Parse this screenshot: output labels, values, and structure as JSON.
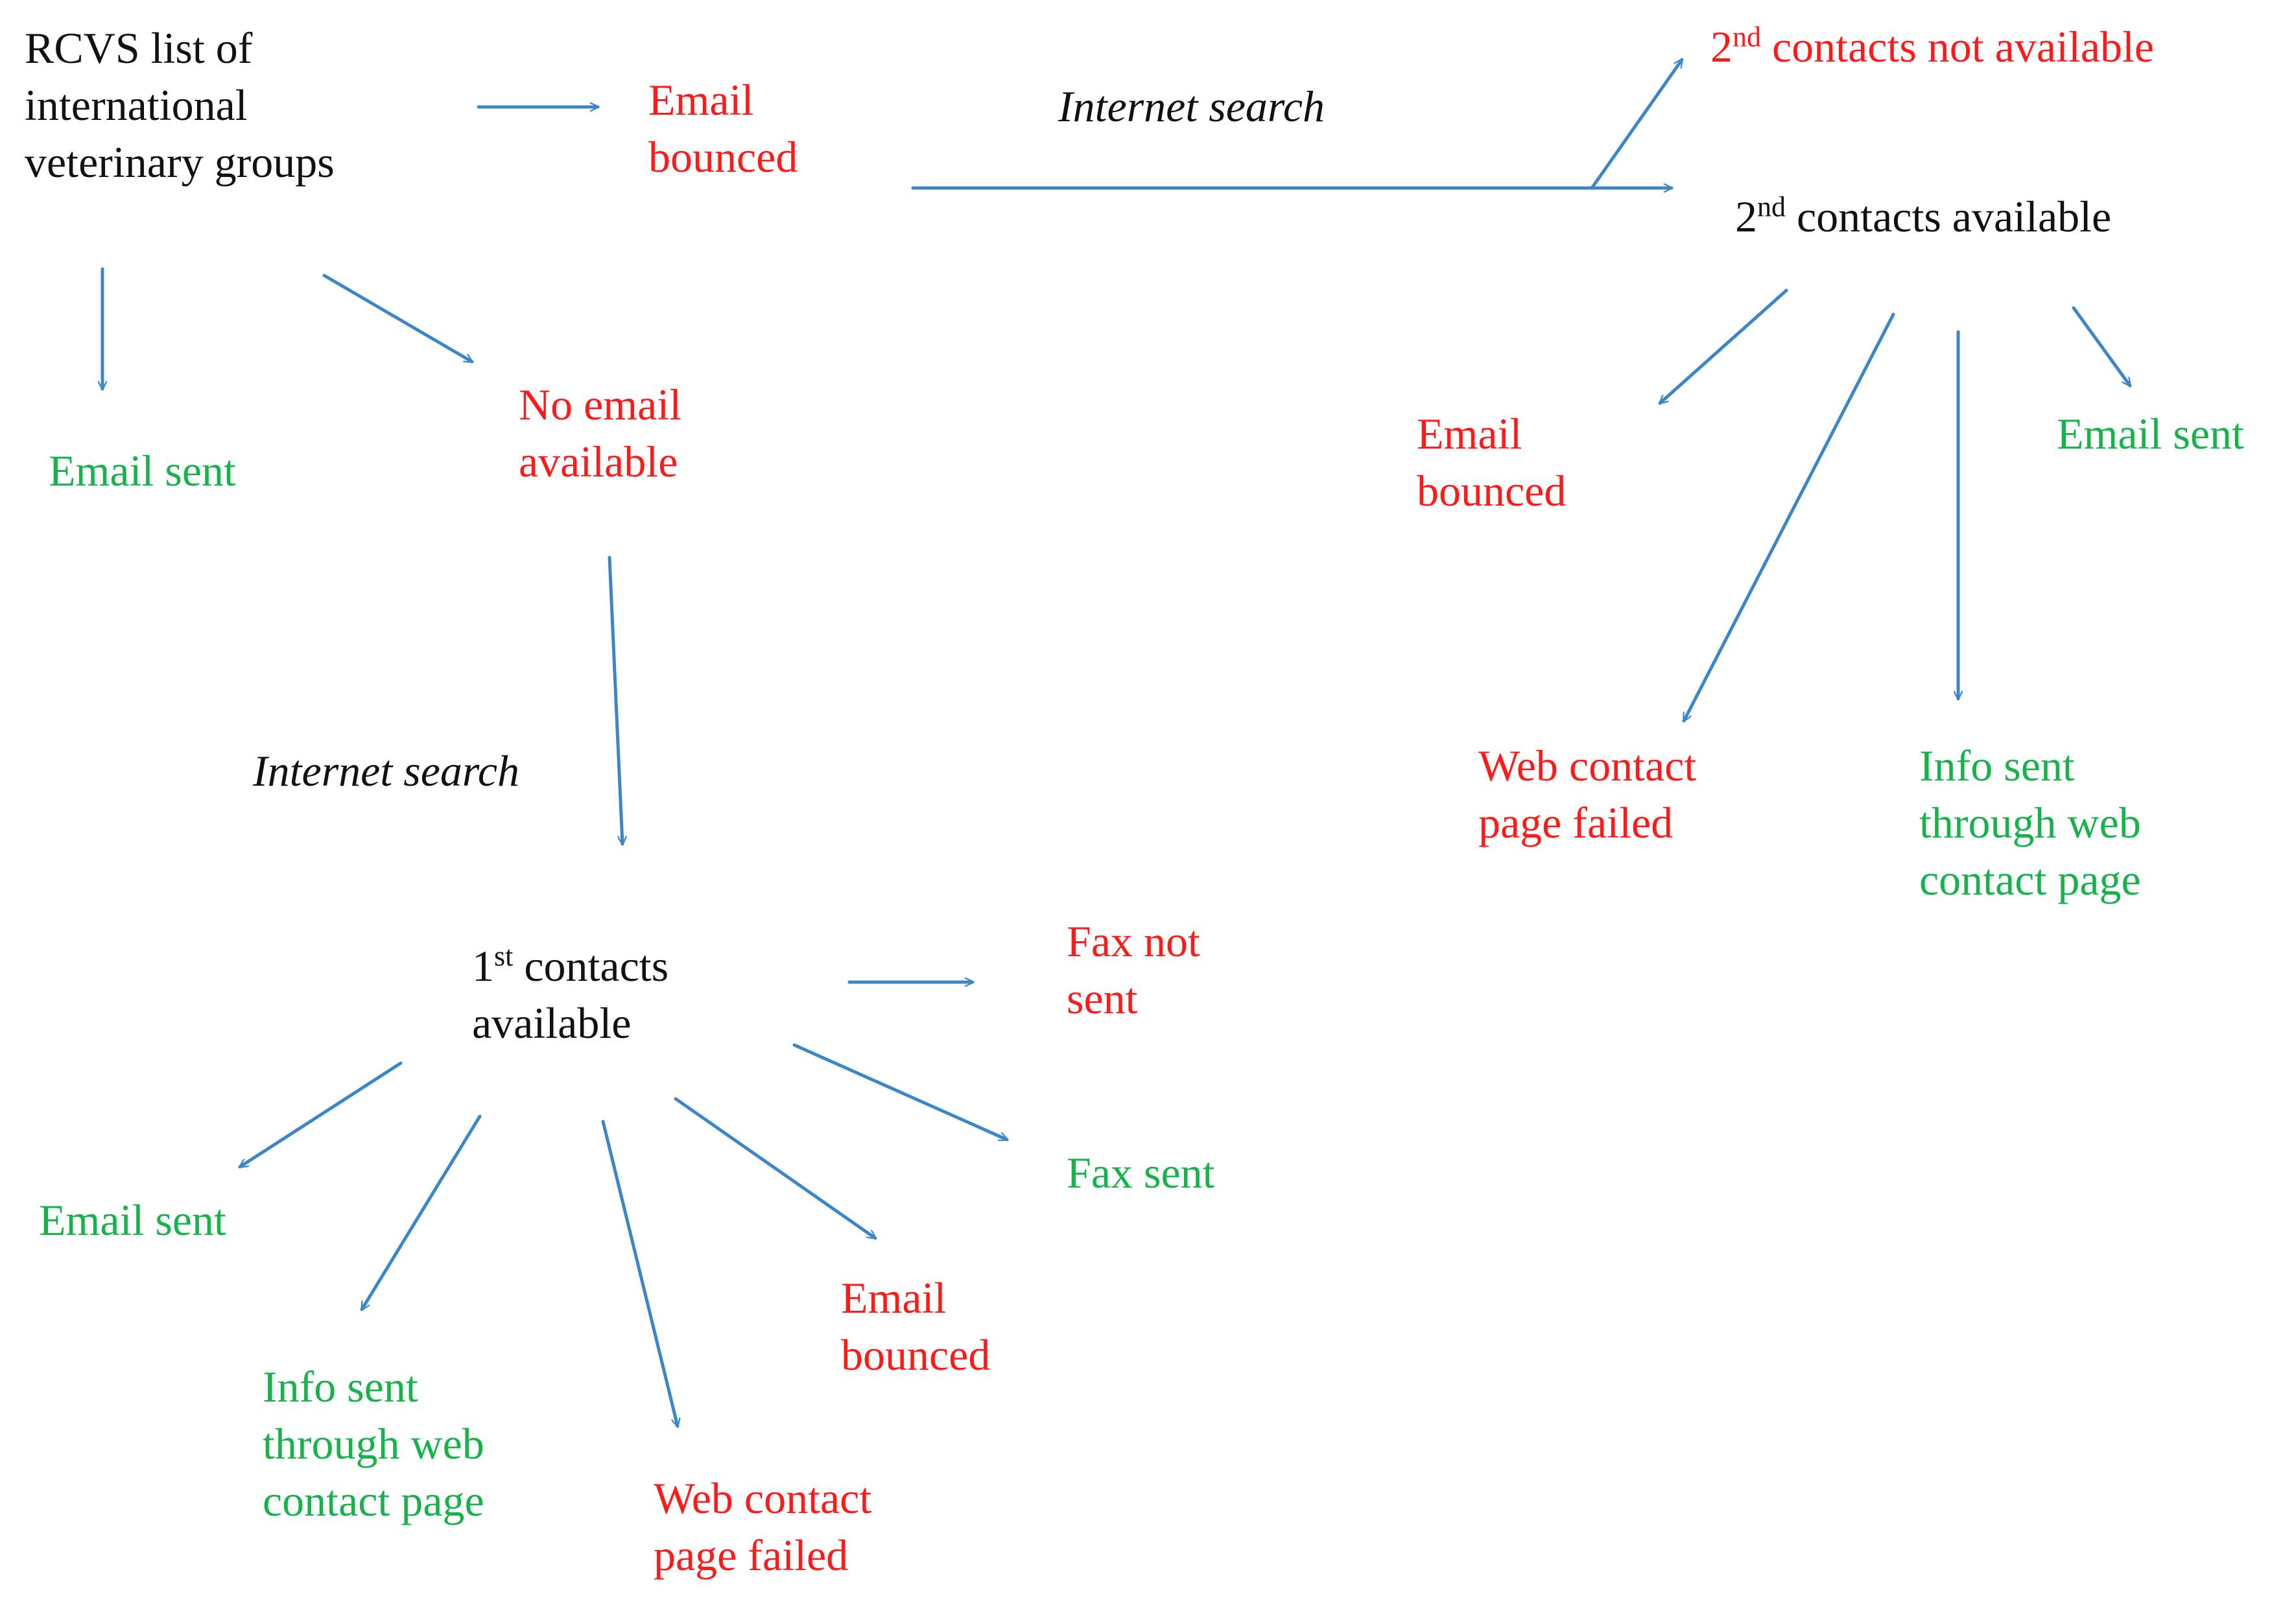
{
  "colors": {
    "arrow": "#3a86c8",
    "neutral": "#111111",
    "negative": "#ff1a1a",
    "positive": "#16b34a"
  },
  "nodes": {
    "rcvs_list": "RCVS list of\ninternational\nveterinary groups",
    "email_bounced_top": "Email\nbounced",
    "internet_search_top": "Internet search",
    "second_not_available": {
      "num": "2",
      "sup": "nd",
      "rest": " contacts not available"
    },
    "second_available": {
      "num": "2",
      "sup": "nd",
      "rest": " contacts available"
    },
    "email_sent_left": "Email sent",
    "no_email_available": "No email\navailable",
    "email_bounced_right": "Email\nbounced",
    "email_sent_right": "Email sent",
    "web_failed_right": "Web contact\npage failed",
    "info_sent_right": "Info sent\nthrough web\ncontact page",
    "internet_search_bottom": "Internet search",
    "first_available": {
      "num": "1",
      "sup": "st",
      "rest": " contacts\navailable"
    },
    "fax_not_sent": "Fax not\nsent",
    "fax_sent": "Fax sent",
    "email_sent_bottom": "Email sent",
    "email_bounced_bottom": "Email\nbounced",
    "info_sent_bottom": "Info sent\nthrough web\ncontact page",
    "web_failed_bottom": "Web contact\npage failed"
  }
}
